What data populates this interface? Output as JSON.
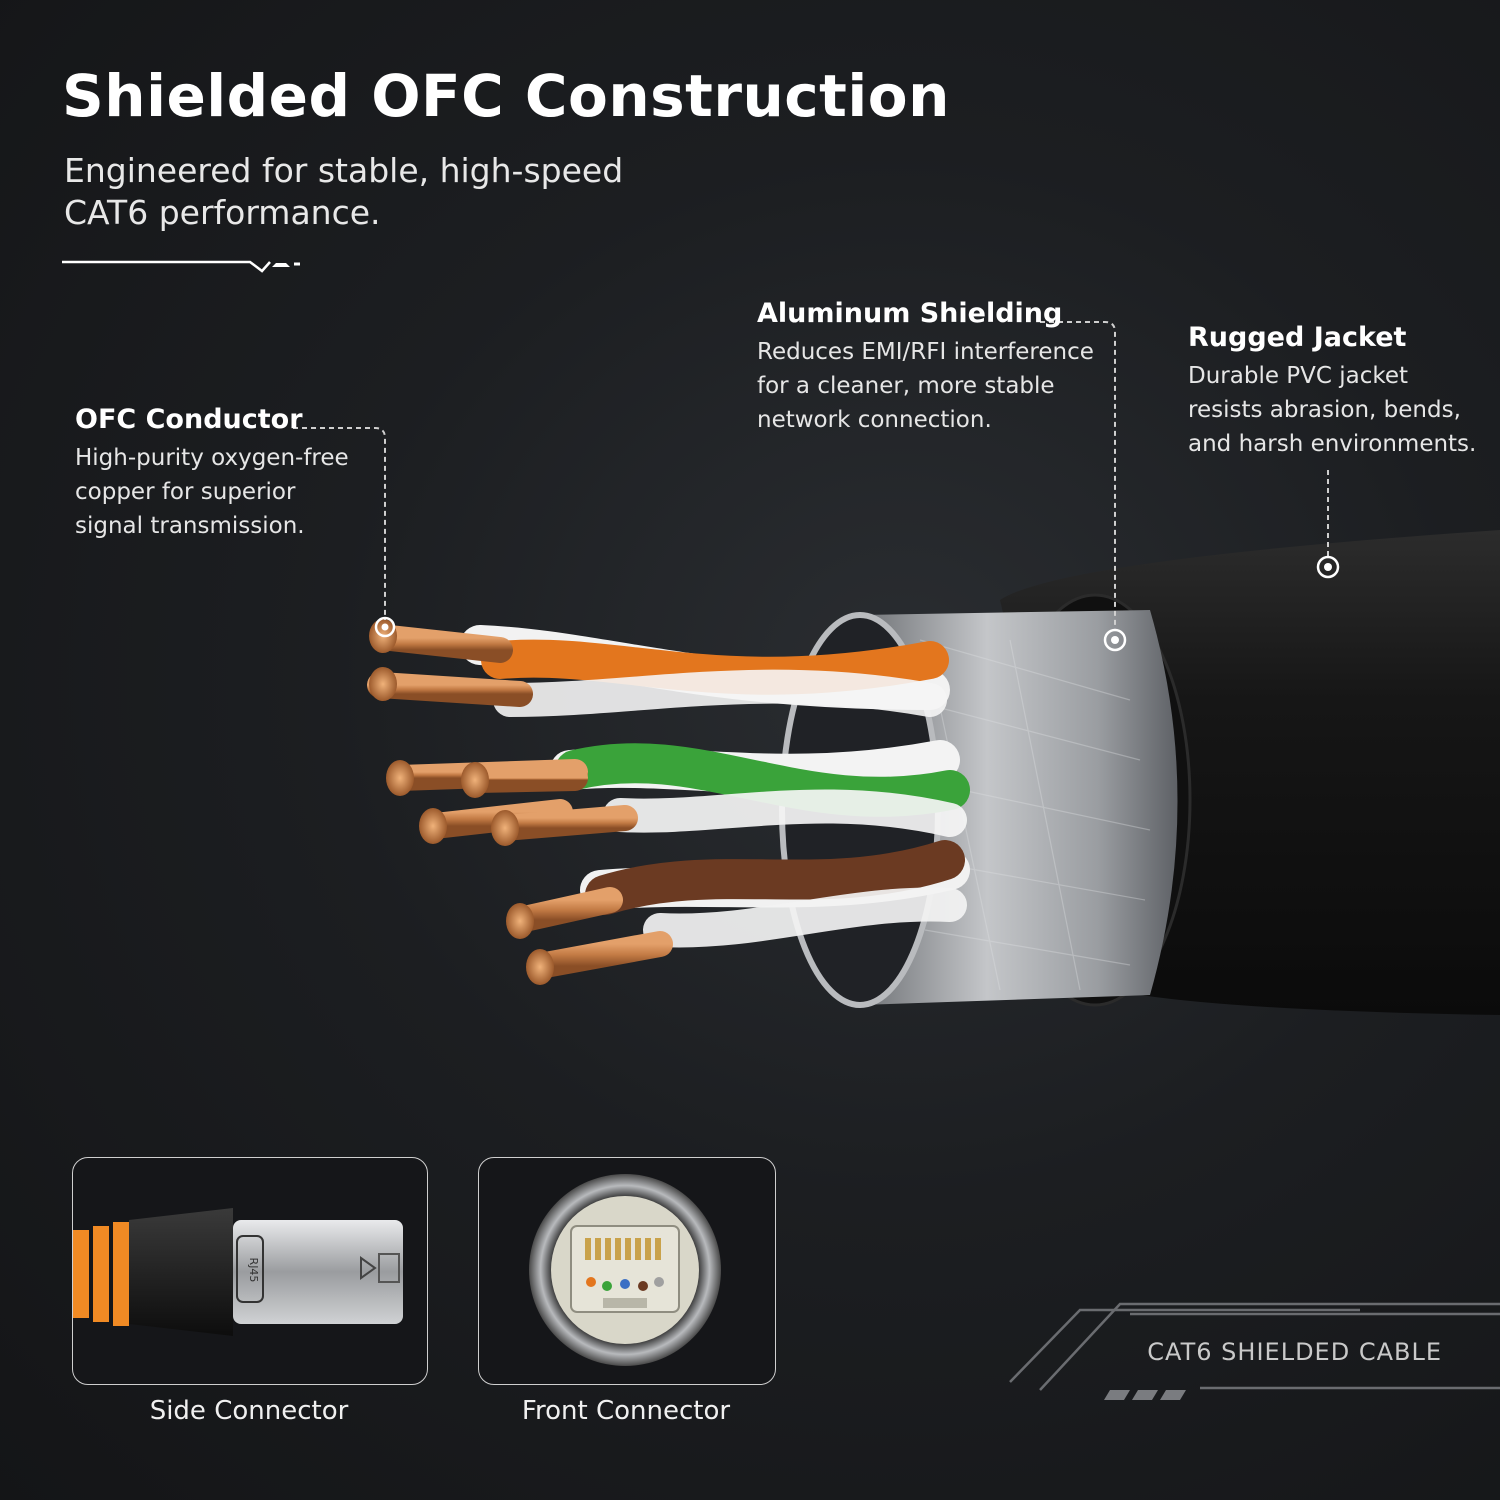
{
  "header": {
    "title": "Shielded OFC Construction",
    "subtitle": "Engineered for stable, high-speed CAT6 performance."
  },
  "callouts": [
    {
      "title": "OFC Conductor",
      "text": "High-purity oxygen-free copper for superior signal transmission."
    },
    {
      "title": "Aluminum Shielding",
      "text": "Reduces EMI/RFI interference for a cleaner, more stable network connection."
    },
    {
      "title": "Rugged Jacket",
      "text": "Durable PVC jacket resists abrasion, bends, and harsh environments."
    }
  ],
  "connectors": [
    {
      "label": "Side Connector",
      "imprint": "RJ45"
    },
    {
      "label": "Front Connector"
    }
  ],
  "badge": {
    "text": "CAT6 SHIELDED CABLE"
  },
  "colors": {
    "background": "#1c1e21",
    "copper": "#c87a45",
    "orange": "#e3761e",
    "green": "#3aa33a",
    "brown": "#6b3a22",
    "shield": "#a9abae",
    "jacket": "#1a1a1a"
  }
}
